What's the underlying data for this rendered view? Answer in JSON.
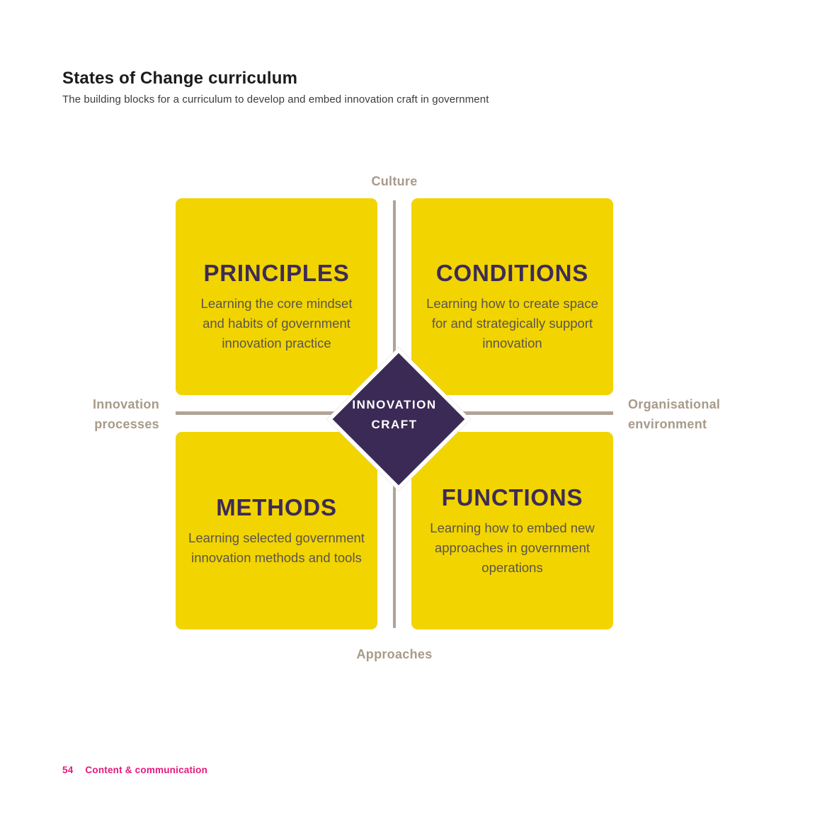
{
  "page": {
    "title": "States of Change curriculum",
    "subtitle": "The building blocks for a curriculum to develop and embed innovation craft in government"
  },
  "diagram": {
    "axis_labels": {
      "top": "Culture",
      "bottom": "Approaches",
      "left_line1": "Innovation",
      "left_line2": "processes",
      "right_line1": "Organisational",
      "right_line2": "environment"
    },
    "center": {
      "line1": "INNOVATION",
      "line2": "CRAFT"
    },
    "quadrants": [
      {
        "title": "PRINCIPLES",
        "description": "Learning the core mindset and habits of government innovation practice"
      },
      {
        "title": "CONDITIONS",
        "description": "Learning how to create space for and strategically support innovation"
      },
      {
        "title": "METHODS",
        "description": "Learning selected government innovation methods and tools"
      },
      {
        "title": "FUNCTIONS",
        "description": "Learning how to embed new approaches in government operations"
      }
    ],
    "colors": {
      "quadrant_bg": "#F2D400",
      "diamond_bg": "#3B2A55",
      "heading_text": "#3D2B56",
      "body_text": "#5A554E",
      "axis_text": "#A89A8A",
      "line": "#B1A396",
      "footer_text": "#E3197D"
    }
  },
  "footer": {
    "page_number": "54",
    "section": "Content & communication"
  }
}
